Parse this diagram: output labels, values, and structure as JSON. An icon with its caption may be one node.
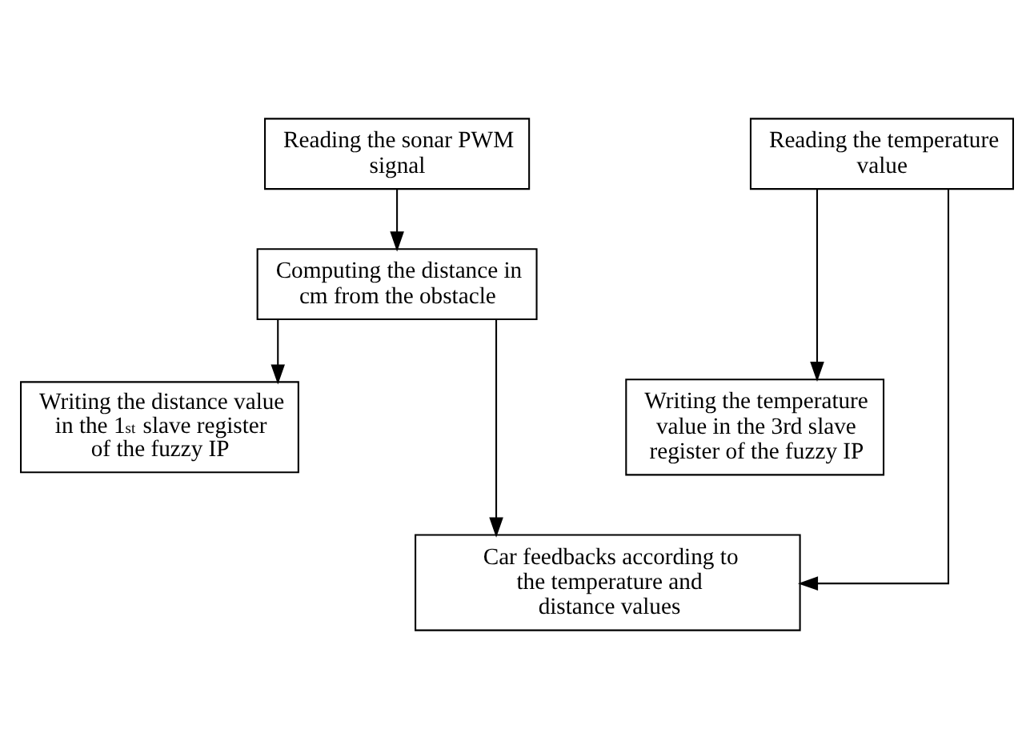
{
  "diagram": {
    "nodes": [
      {
        "text": [
          "Reading the sonar PWM signal"
        ]
      },
      {
        "text": [
          "Computing the distance in cm from the obstacle"
        ]
      },
      {
        "text": [
          "Writing the distance value in the 1$^{st}$ slave register of the fuzzy IP"
        ]
      },
      {
        "text": [
          "Reading the temperature value"
        ]
      },
      {
        "text": [
          "Writing the temperature value in the 3rd slave register of the fuzzy IP"
        ]
      },
      {
        "text": [
          "Car feedbacks according to the temperature and distance values"
        ]
      }
    ],
    "edges": [
      {
        "from": 0,
        "to": 1,
        "arrow": "to"
      },
      {
        "from": 1,
        "to": 2,
        "arrow": "to"
      },
      {
        "from": 3,
        "to": 4,
        "arrow": "to"
      },
      {
        "from": 1,
        "to": 5,
        "arrow": "to"
      },
      {
        "from": 3,
        "to": 5,
        "arrow": "to"
      }
    ]
  }
}
